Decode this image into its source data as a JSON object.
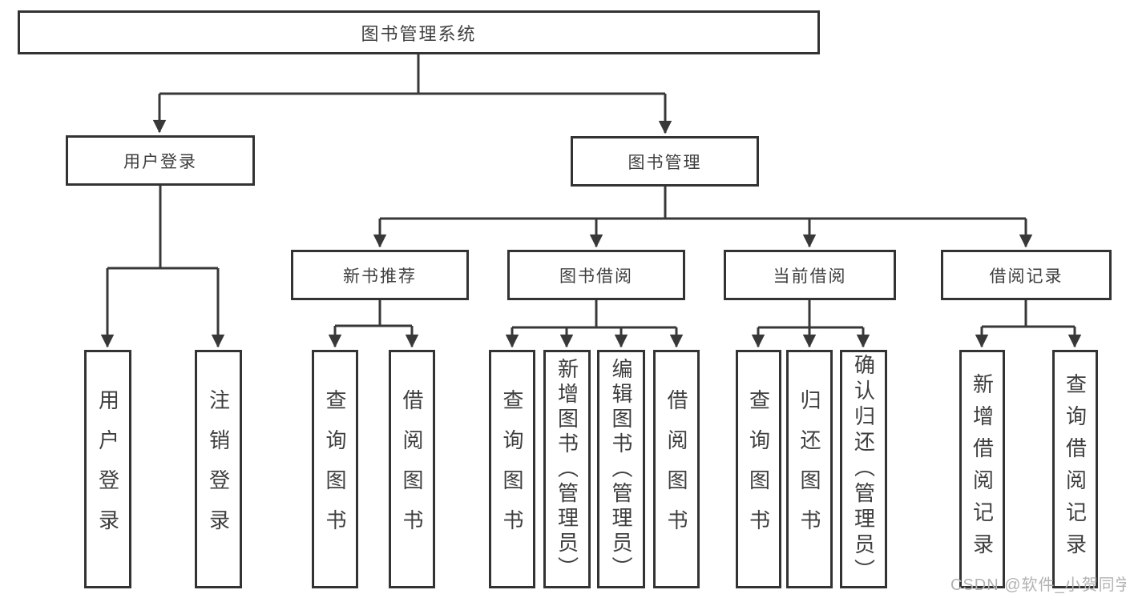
{
  "diagram": {
    "root": "图书管理系统",
    "level1": [
      "用户登录",
      "图书管理"
    ],
    "level2": [
      "新书推荐",
      "图书借阅",
      "当前借阅",
      "借阅记录"
    ],
    "leaves": {
      "user_login": [
        "用户登录",
        "注销登录"
      ],
      "new_book_recommend": [
        "查询图书",
        "借阅图书"
      ],
      "book_borrow": [
        "查询图书",
        "新增图书（管理员）",
        "编辑图书（管理员）",
        "借阅图书"
      ],
      "current_borrow": [
        "查询图书",
        "归还图书",
        "确认归还（管理员）"
      ],
      "borrow_records": [
        "新增借阅记录",
        "查询借阅记录"
      ]
    }
  },
  "watermark": "CSDN @软件_小贺同学",
  "colors": {
    "line": "#383838",
    "box_border": "#333333",
    "text": "#3f3f3f",
    "watermark": "#b2b2b2",
    "background": "#ffffff"
  }
}
